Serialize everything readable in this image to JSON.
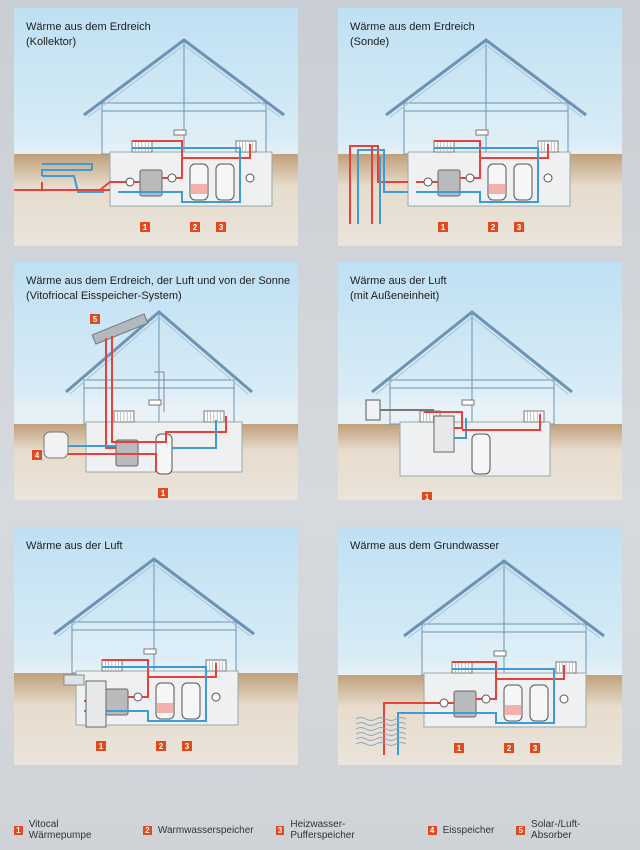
{
  "panels": [
    {
      "title1": "Wärme aus dem Erdreich",
      "title2": "(Kollektor)",
      "variant": "kollektor",
      "markers": [
        "1",
        "2",
        "3"
      ]
    },
    {
      "title1": "Wärme aus dem Erdreich",
      "title2": "(Sonde)",
      "variant": "sonde",
      "markers": [
        "1",
        "2",
        "3"
      ]
    },
    {
      "title1": "Wärme aus dem Erdreich, der Luft und von der Sonne",
      "title2": "(Vitofriocal Eisspeicher-System)",
      "variant": "eis",
      "markers": [
        "1",
        "4",
        "5"
      ]
    },
    {
      "title1": "Wärme aus der Luft",
      "title2": "(mit Außeneinheit)",
      "variant": "aussen",
      "markers": [
        "1"
      ]
    },
    {
      "title1": "Wärme aus der Luft",
      "title2": "",
      "variant": "luft",
      "markers": [
        "1",
        "2",
        "3"
      ]
    },
    {
      "title1": "Wärme aus dem Grundwasser",
      "title2": "",
      "variant": "wasser",
      "markers": [
        "1",
        "2",
        "3"
      ]
    }
  ],
  "legend": [
    {
      "num": "1",
      "label": "Vitocal Wärmepumpe"
    },
    {
      "num": "2",
      "label": "Warmwasserspeicher"
    },
    {
      "num": "3",
      "label": "Heizwasser-Pufferspeicher"
    },
    {
      "num": "4",
      "label": "Eisspeicher"
    },
    {
      "num": "5",
      "label": "Solar-/Luft-Absorber"
    }
  ],
  "colors": {
    "hot": "#e8413c",
    "cold": "#3d9bd6",
    "ground": "#c8a77d",
    "marker": "#e04a1f",
    "house": "#6c93b3"
  }
}
